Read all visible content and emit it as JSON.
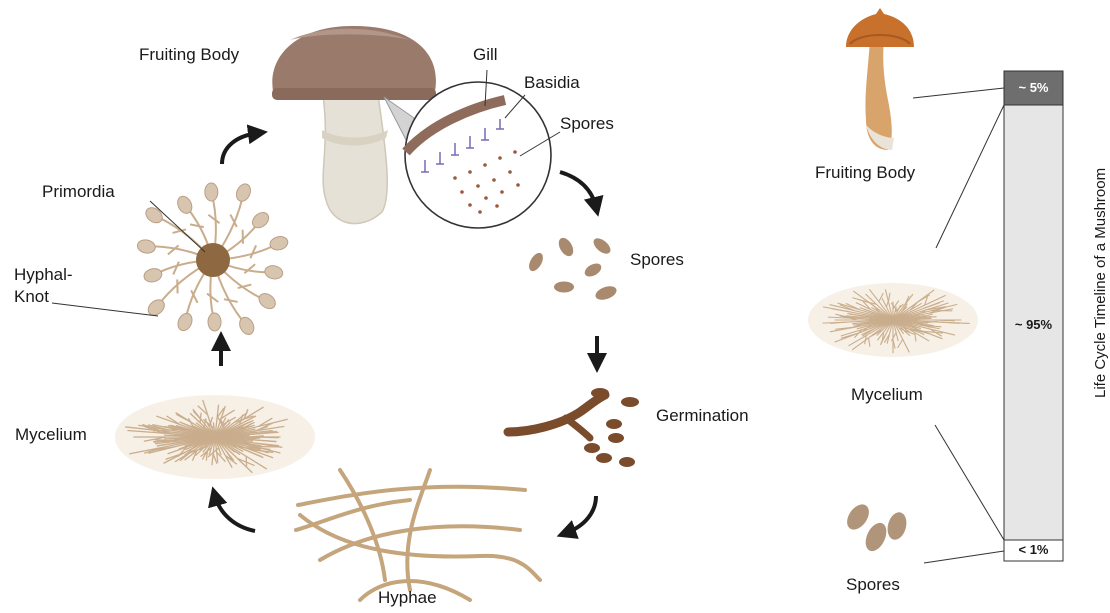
{
  "cycle": {
    "labels": {
      "fruiting_body": "Fruiting Body",
      "gill": "Gill",
      "basidia": "Basidia",
      "spores_zoom": "Spores",
      "spores": "Spores",
      "germination": "Germination",
      "hyphae": "Hyphae",
      "mycelium": "Mycelium",
      "hyphal_knot_line1": "Hyphal-",
      "hyphal_knot_line2": "Knot",
      "primordia": "Primordia"
    }
  },
  "timeline": {
    "title": "Life Cycle Timeline of  a Mushroom",
    "segments": [
      {
        "stage": "Fruiting Body",
        "label": "~ 5%",
        "fraction": 0.05
      },
      {
        "stage": "Mycelium",
        "label": "~ 95%",
        "fraction": 0.95
      },
      {
        "stage": "Spores",
        "label": "< 1%",
        "fraction": 0.01
      }
    ],
    "stage_labels": {
      "fruiting_body": "Fruiting Body",
      "mycelium": "Mycelium",
      "spores": "Spores"
    }
  },
  "colors": {
    "cap": "#9a7a6b",
    "stem": "#e6e1d7",
    "mycelium": "#c9ad8c",
    "hyphae": "#c4a57c",
    "spore": "#a98a6e",
    "germ": "#7a4c2c",
    "bar_top": "#6e6e6e",
    "bar_mid": "#e6e6e6",
    "bar_bottom": "#ffffff"
  }
}
